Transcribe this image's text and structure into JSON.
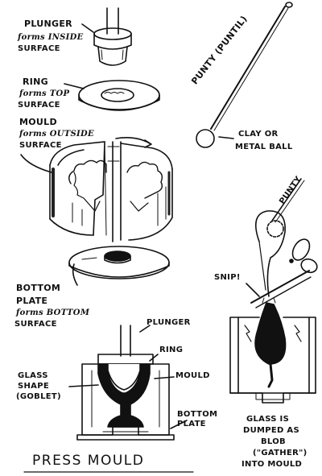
{
  "labels": {
    "plunger_title": "PLUNGER",
    "plunger_desc_1": "forms INSIDE",
    "plunger_desc_2": "SURFACE",
    "ring_title": "RING",
    "ring_desc_1": "forms TOP",
    "ring_desc_2": "SURFACE",
    "mould_title": "MOULD",
    "mould_desc_1": "forms OUTSIDE",
    "mould_desc_2": "SURFACE",
    "bottom_title_1": "BOTTOM",
    "bottom_title_2": "PLATE",
    "bottom_desc_1": "forms BOTTOM",
    "bottom_desc_2": "SURFACE",
    "punty_title": "PUNTY (PUNTIL)",
    "clay_1": "CLAY OR",
    "clay_2": "METAL BALL",
    "punty_small": "PUNTY",
    "snip": "SNIP!",
    "x_plunger": "PLUNGER",
    "x_ring": "RING",
    "x_mould": "MOULD",
    "x_glass_1": "GLASS",
    "x_glass_2": "SHAPE",
    "x_glass_3": "(GOBLET)",
    "x_bottom_1": "BOTTOM",
    "x_bottom_2": "PLATE",
    "gather_1": "GLASS IS",
    "gather_2": "DUMPED AS",
    "gather_3": "BLOB",
    "gather_4": "(\"GATHER\")",
    "gather_5": "INTO MOULD",
    "caption": "PRESS MOULD"
  },
  "colors": {
    "ink": "#111111",
    "paper": "#ffffff"
  }
}
